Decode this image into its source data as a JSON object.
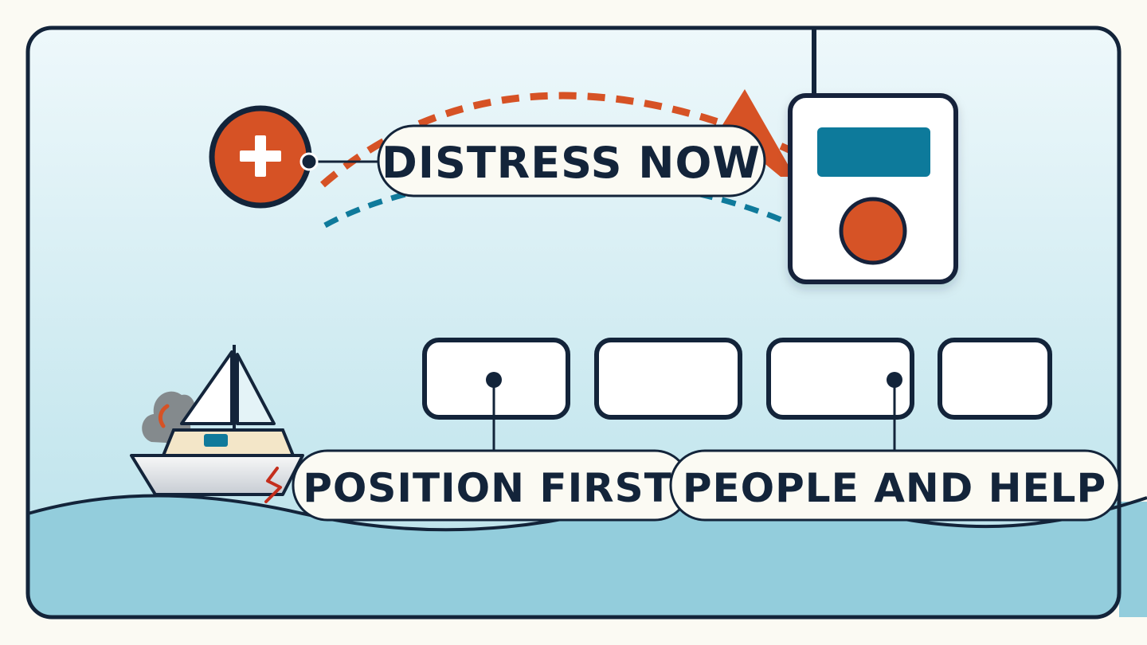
{
  "labels": {
    "distress": "DISTRESS NOW",
    "position": "POSITION FIRST",
    "people": "PEOPLE AND HELP"
  },
  "icons": {
    "alert": "plus-icon",
    "radio": "radio-beacon-icon",
    "boat": "sailboat-icon",
    "smoke": "smoke-icon"
  },
  "colors": {
    "navy": "#13243a",
    "orange": "#d65225",
    "teal": "#0f7a9b",
    "sky_top": "#eef8fb",
    "sky_bottom": "#b8e1ea",
    "sea": "#93cddc",
    "paper": "#fbfaf3"
  }
}
